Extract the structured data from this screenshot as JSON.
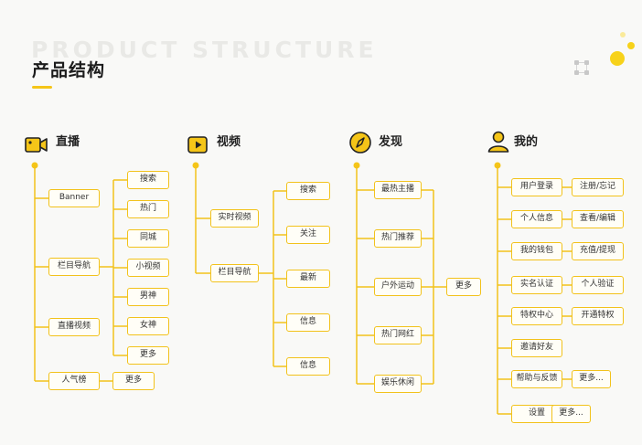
{
  "header": {
    "watermark": "PRODUCT STRUCTURE",
    "title": "产品结构"
  },
  "categories": [
    {
      "id": "live",
      "label": "直播",
      "icon": "video-camera-icon",
      "children": [
        {
          "label": "Banner",
          "children": []
        },
        {
          "label": "栏目导航",
          "children": [
            "搜索",
            "热门",
            "同城",
            "小视频",
            "男神",
            "女神",
            "更多"
          ]
        },
        {
          "label": "直播视频",
          "children": []
        },
        {
          "label": "人气榜",
          "children": [
            "更多"
          ]
        }
      ]
    },
    {
      "id": "video",
      "label": "视频",
      "icon": "play-button-icon",
      "children": [
        {
          "label": "实时视频",
          "children": []
        },
        {
          "label": "栏目导航",
          "children": [
            "搜索",
            "关注",
            "最新",
            "信息",
            "信息"
          ]
        }
      ]
    },
    {
      "id": "discover",
      "label": "发现",
      "icon": "compass-icon",
      "children": [
        {
          "label": "最热主播",
          "children": []
        },
        {
          "label": "热门推荐",
          "children": []
        },
        {
          "label": "户外运动",
          "children": [
            "更多"
          ]
        },
        {
          "label": "热门网红",
          "children": []
        },
        {
          "label": "娱乐休闲",
          "children": []
        }
      ]
    },
    {
      "id": "mine",
      "label": "我的",
      "icon": "user-icon",
      "children": [
        {
          "label": "用户登录",
          "children": [
            "注册/忘记"
          ]
        },
        {
          "label": "个人信息",
          "children": [
            "查看/编辑"
          ]
        },
        {
          "label": "我的钱包",
          "children": [
            "充值/提现"
          ]
        },
        {
          "label": "实名认证",
          "children": [
            "个人验证"
          ]
        },
        {
          "label": "特权中心",
          "children": [
            "开通特权"
          ]
        },
        {
          "label": "邀请好友",
          "children": []
        },
        {
          "label": "帮助与反馈",
          "children": [
            "更多..."
          ]
        },
        {
          "label": "设置",
          "children": [
            "更多..."
          ]
        }
      ]
    }
  ],
  "colors": {
    "accent": "#f5c518",
    "line": "#f2c21b",
    "node_bg": "#fffef7",
    "text": "#333333"
  }
}
